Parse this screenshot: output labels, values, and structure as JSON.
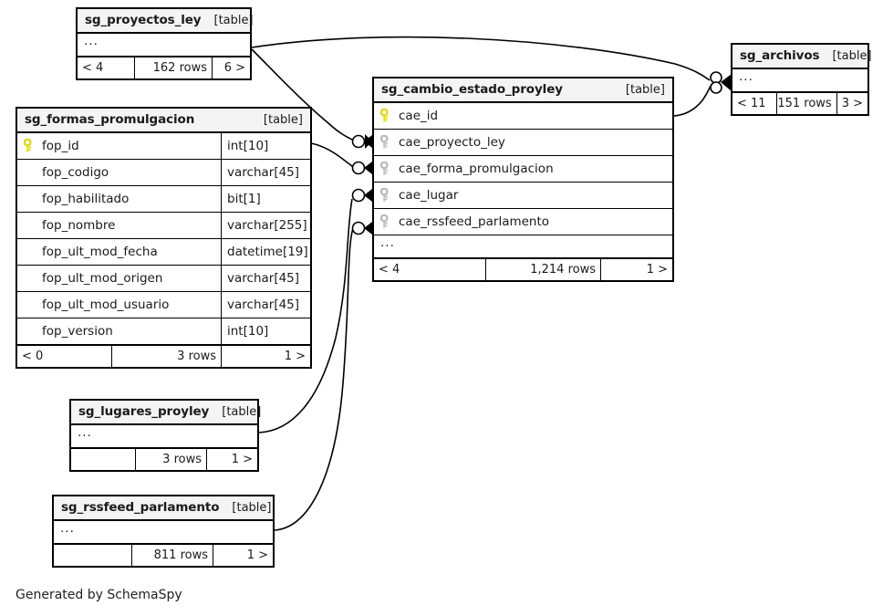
{
  "diagram": {
    "tool": "SchemaSpy",
    "caption": "Generated by SchemaSpy",
    "table_tag": "[table]",
    "ellipsis": "...",
    "colors": {
      "primary_key": "#e8e000",
      "foreign_key": "#b5b5b5",
      "header_bg": "#f4f4f4",
      "border": "#000000",
      "background": "#ffffff"
    }
  },
  "tables": {
    "proyectos_ley": {
      "name": "sg_proyectos_ley",
      "tag": "[table]",
      "ellipsis": "...",
      "footer": {
        "left": "< 4",
        "middle": "162 rows",
        "right": "6 >"
      }
    },
    "archivos": {
      "name": "sg_archivos",
      "tag": "[table]",
      "ellipsis": "...",
      "footer": {
        "left": "< 11",
        "middle": "151 rows",
        "right": "3 >"
      }
    },
    "cambio_estado_proyley": {
      "name": "sg_cambio_estado_proyley",
      "tag": "[table]",
      "ellipsis": "...",
      "columns": [
        {
          "name": "cae_id",
          "key": "primary"
        },
        {
          "name": "cae_proyecto_ley",
          "key": "foreign"
        },
        {
          "name": "cae_forma_promulgacion",
          "key": "foreign"
        },
        {
          "name": "cae_lugar",
          "key": "foreign"
        },
        {
          "name": "cae_rssfeed_parlamento",
          "key": "foreign"
        }
      ],
      "footer": {
        "left": "< 4",
        "middle": "1,214 rows",
        "right": "1 >"
      }
    },
    "formas_promulgacion": {
      "name": "sg_formas_promulgacion",
      "tag": "[table]",
      "columns": [
        {
          "name": "fop_id",
          "type": "int[10]",
          "key": "primary"
        },
        {
          "name": "fop_codigo",
          "type": "varchar[45]",
          "key": "none"
        },
        {
          "name": "fop_habilitado",
          "type": "bit[1]",
          "key": "none"
        },
        {
          "name": "fop_nombre",
          "type": "varchar[255]",
          "key": "none"
        },
        {
          "name": "fop_ult_mod_fecha",
          "type": "datetime[19]",
          "key": "none"
        },
        {
          "name": "fop_ult_mod_origen",
          "type": "varchar[45]",
          "key": "none"
        },
        {
          "name": "fop_ult_mod_usuario",
          "type": "varchar[45]",
          "key": "none"
        },
        {
          "name": "fop_version",
          "type": "int[10]",
          "key": "none"
        }
      ],
      "footer": {
        "left": "< 0",
        "middle": "3 rows",
        "right": "1 >"
      }
    },
    "lugares_proyley": {
      "name": "sg_lugares_proyley",
      "tag": "[table]",
      "ellipsis": "...",
      "footer": {
        "left": "",
        "middle": "3 rows",
        "right": "1 >"
      }
    },
    "rssfeed_parlamento": {
      "name": "sg_rssfeed_parlamento",
      "tag": "[table]",
      "ellipsis": "...",
      "footer": {
        "left": "",
        "middle": "811 rows",
        "right": "1 >"
      }
    }
  },
  "relationships": [
    {
      "from": "sg_proyectos_ley",
      "to": "sg_archivos"
    },
    {
      "from": "sg_proyectos_ley",
      "to": "sg_cambio_estado_proyley.cae_proyecto_ley"
    },
    {
      "from": "sg_cambio_estado_proyley.cae_id",
      "to": "sg_archivos"
    },
    {
      "from": "sg_formas_promulgacion.fop_id",
      "to": "sg_cambio_estado_proyley.cae_forma_promulgacion"
    },
    {
      "from": "sg_lugares_proyley",
      "to": "sg_cambio_estado_proyley.cae_lugar"
    },
    {
      "from": "sg_rssfeed_parlamento",
      "to": "sg_cambio_estado_proyley.cae_rssfeed_parlamento"
    }
  ]
}
